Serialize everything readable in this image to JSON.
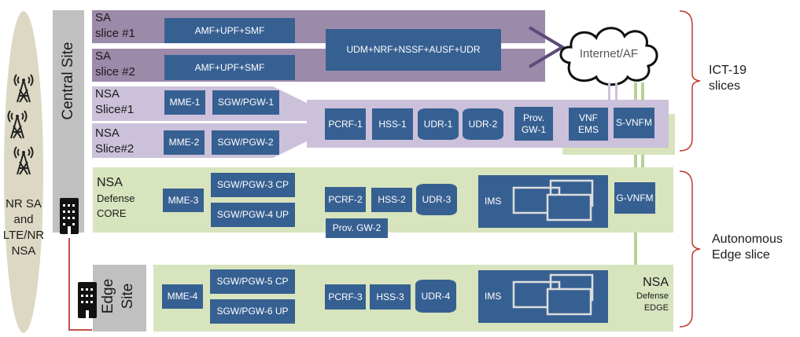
{
  "radio": {
    "label_lines": [
      "NR SA",
      "and",
      "LTE/NR",
      "NSA"
    ],
    "icon": "radio-tower-icon"
  },
  "central_site": {
    "label": "Central Site",
    "icon": "building-icon"
  },
  "edge_site": {
    "label_lines": [
      "Edge",
      "Site"
    ],
    "icon": "building-icon"
  },
  "sa_slices": [
    {
      "label_lines": [
        "SA",
        "slice #1"
      ],
      "nf": "AMF+UPF+SMF"
    },
    {
      "label_lines": [
        "SA",
        "slice #2"
      ],
      "nf": "AMF+UPF+SMF"
    }
  ],
  "sa_shared_nf": "UDM+NRF+NSSF+AUSF+UDR",
  "cloud_label": "Internet/AF",
  "nsa_slices": [
    {
      "label_lines": [
        "NSA",
        "Slice#1"
      ],
      "mme": "MME-1",
      "gw": "SGW/PGW-1"
    },
    {
      "label_lines": [
        "NSA",
        "Slice#2"
      ],
      "mme": "MME-2",
      "gw": "SGW/PGW-2"
    }
  ],
  "nsa_shared": {
    "pcrf": "PCRF-1",
    "hss": "HSS-1",
    "udr_a": "UDR-1",
    "udr_b": "UDR-2",
    "prov_gw_lines": [
      "Prov.",
      "GW-1"
    ],
    "vnf_ems_lines": [
      "VNF",
      "EMS"
    ],
    "svnfm": "S-VNFM"
  },
  "defense_core": {
    "label_title": "NSA",
    "label_lines": [
      "Defense",
      "CORE"
    ],
    "mme": "MME-3",
    "gw_cp": "SGW/PGW-3 CP",
    "gw_up": "SGW/PGW-4 UP",
    "pcrf": "PCRF-2",
    "hss": "HSS-2",
    "udr": "UDR-3",
    "prov_gw": "Prov. GW-2",
    "ims": "IMS",
    "gvnfm": "G-VNFM"
  },
  "defense_edge": {
    "label_title": "NSA",
    "label_lines": [
      "Defense",
      "EDGE"
    ],
    "mme": "MME-4",
    "gw_cp": "SGW/PGW-5 CP",
    "gw_up": "SGW/PGW-6 UP",
    "pcrf": "PCRF-3",
    "hss": "HSS-3",
    "udr": "UDR-4",
    "ims": "IMS"
  },
  "braces": [
    {
      "label_lines": [
        "ICT-19",
        "slices"
      ]
    },
    {
      "label_lines": [
        "Autonomous",
        "Edge slice"
      ]
    }
  ],
  "colors": {
    "nf_box": "#376092",
    "sa_band": "#9c8aaa",
    "nsa_band": "#ccc1da",
    "defense_band": "#d7e4bd",
    "brace": "#c0392b",
    "site": "#c0c0c0",
    "radio": "#ddd8c4"
  }
}
